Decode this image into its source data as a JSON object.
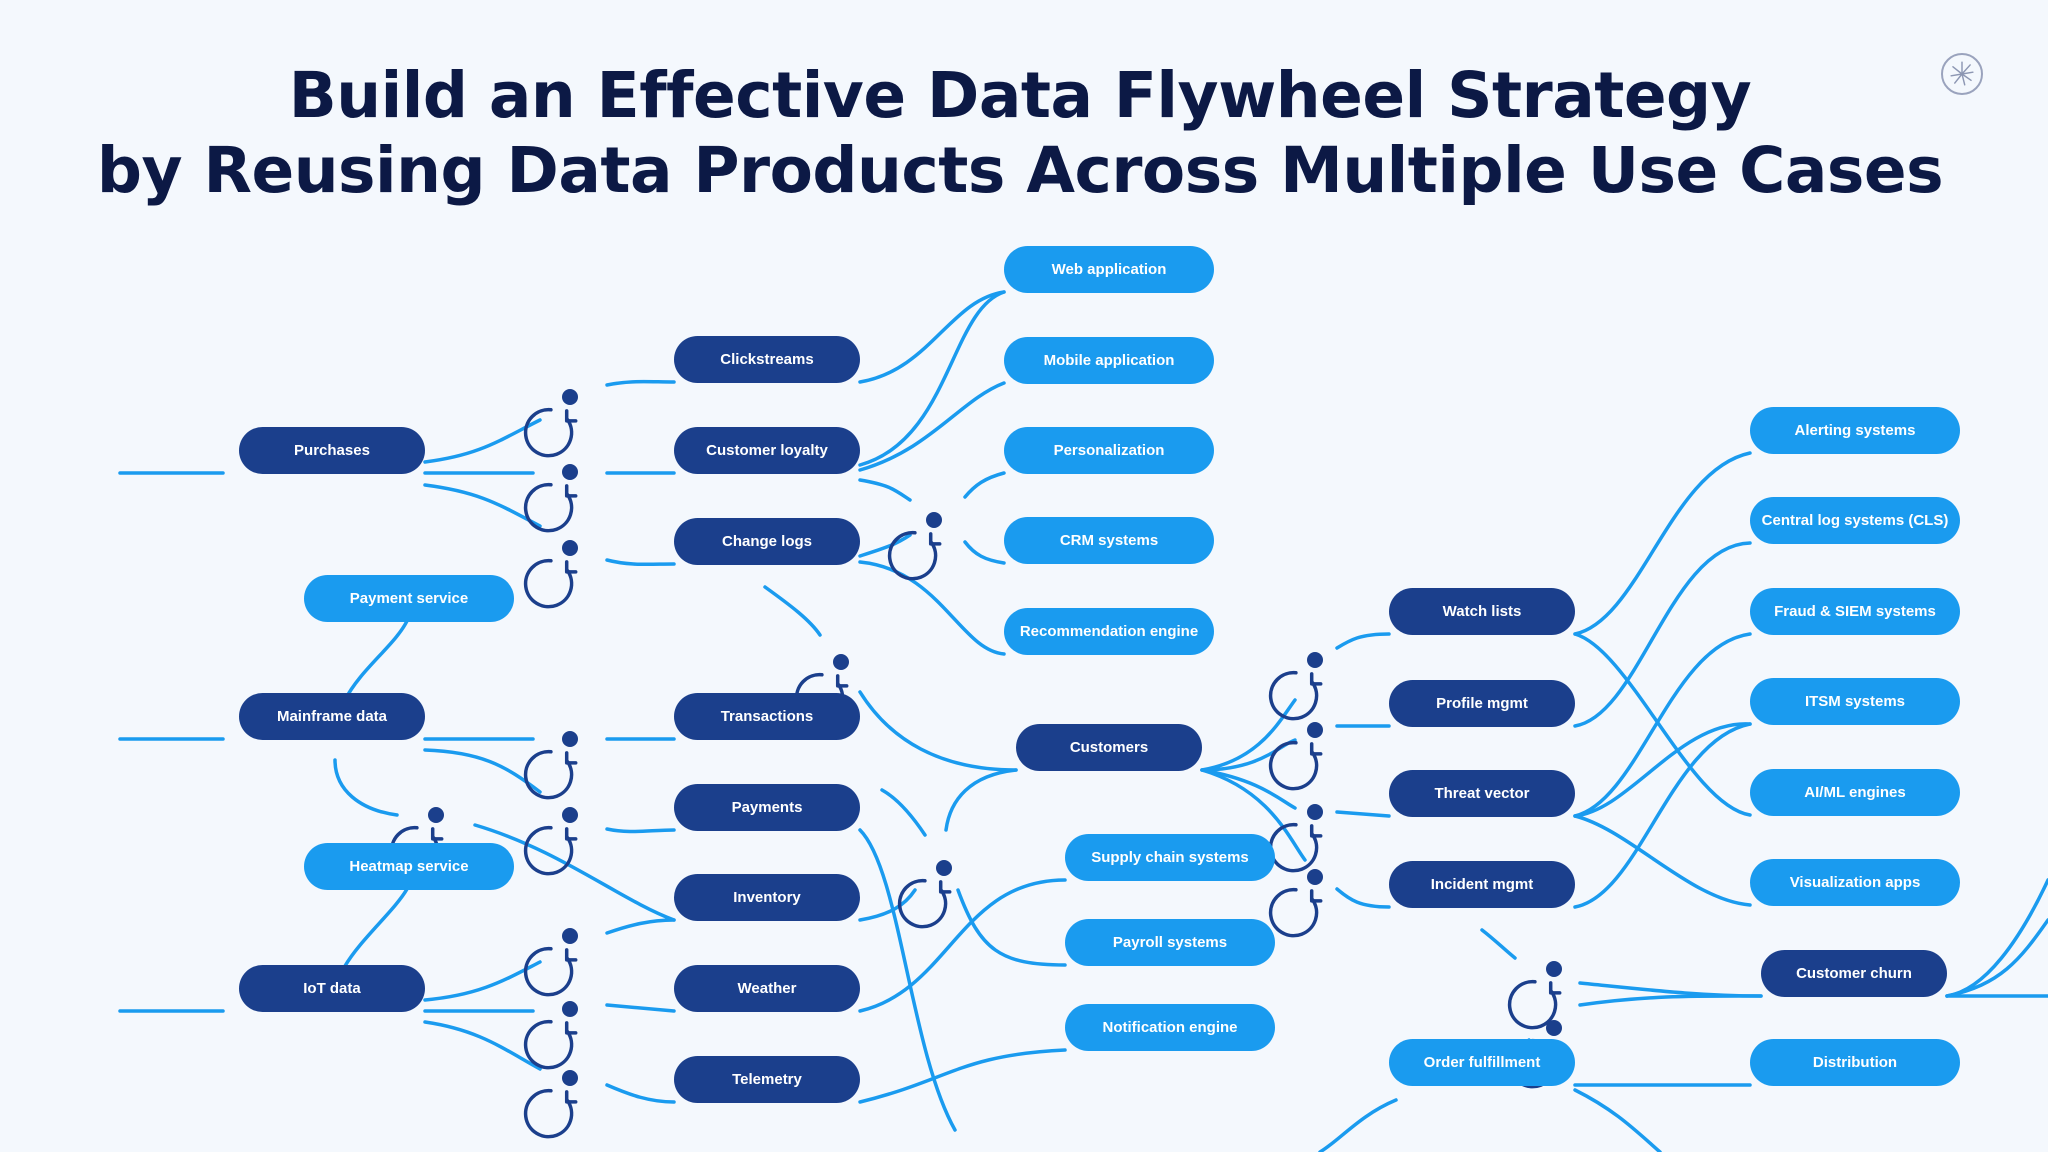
{
  "title": {
    "line1": "Build an Effective Data Flywheel Strategy",
    "line2": "by Reusing Data Products Across Multiple Use Cases"
  },
  "logo": {
    "icon": "starburst-logo-icon"
  },
  "colors": {
    "background": "#f4f8fd",
    "title": "#0c1945",
    "dark_node": "#1b3f8c",
    "light_node": "#1a9bef",
    "connector": "#1a9bef",
    "cycle_icon": "#1b3f8c"
  },
  "nodes": {
    "purchases": "Purchases",
    "mainframe_data": "Mainframe data",
    "iot_data": "IoT data",
    "payment_service": "Payment service",
    "heatmap_service": "Heatmap service",
    "clickstreams": "Clickstreams",
    "customer_loyalty": "Customer loyalty",
    "change_logs": "Change logs",
    "transactions": "Transactions",
    "payments": "Payments",
    "inventory": "Inventory",
    "weather": "Weather",
    "telemetry": "Telemetry",
    "web_application": "Web application",
    "mobile_application": "Mobile application",
    "personalization": "Personalization",
    "crm_systems": "CRM systems",
    "recommendation_engine": "Recommendation engine",
    "customers": "Customers",
    "supply_chain_systems": "Supply chain systems",
    "payroll_systems": "Payroll systems",
    "notification_engine": "Notification engine",
    "watch_lists": "Watch lists",
    "profile_mgmt": "Profile mgmt",
    "threat_vector": "Threat vector",
    "incident_mgmt": "Incident mgmt",
    "order_fulfillment": "Order fulfillment",
    "alerting_systems": "Alerting systems",
    "central_log_systems": "Central log systems (CLS)",
    "fraud_siem_systems": "Fraud & SIEM systems",
    "itsm_systems": "ITSM systems",
    "ai_ml_engines": "AI/ML engines",
    "visualization_apps": "Visualization apps",
    "customer_churn": "Customer churn",
    "distribution": "Distribution"
  },
  "cycle_icon_name": "refresh-cycle-icon"
}
